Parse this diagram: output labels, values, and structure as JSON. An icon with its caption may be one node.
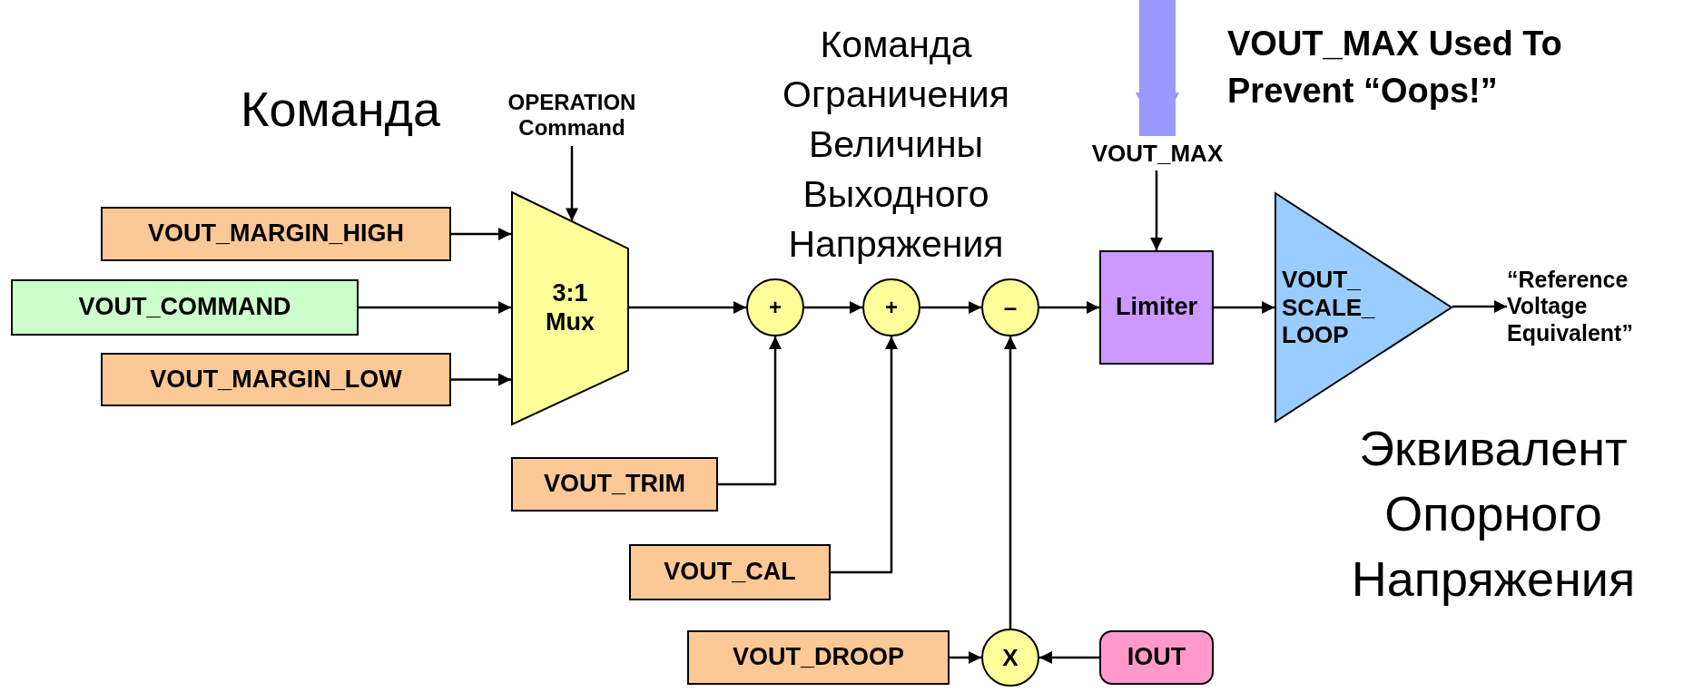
{
  "diagram": {
    "nodes": [
      {
        "text": [
          "OPERATION Command"
        ]
      },
      {
        "text": [
          "VOUT_MARGIN_HIGH"
        ]
      },
      {
        "text": [
          "VOUT_COMMAND"
        ]
      },
      {
        "text": [
          "VOUT_MARGIN_LOW"
        ]
      },
      {
        "text": [
          "3:1 Mux"
        ]
      },
      {
        "text": [
          "+"
        ]
      },
      {
        "text": [
          "+"
        ]
      },
      {
        "text": [
          "–"
        ]
      },
      {
        "text": [
          "VOUT_MAX"
        ]
      },
      {
        "text": [
          "Limiter"
        ]
      },
      {
        "text": [
          "VOUT_ SCALE_ LOOP"
        ]
      },
      {
        "text": [
          "“Reference Voltage Equivalent”"
        ]
      },
      {
        "text": [
          "VOUT_TRIM"
        ]
      },
      {
        "text": [
          "VOUT_CAL"
        ]
      },
      {
        "text": [
          "VOUT_DROOP"
        ]
      },
      {
        "text": [
          "X"
        ]
      },
      {
        "text": [
          "IOUT"
        ]
      }
    ],
    "edges": [
      {
        "from": 0,
        "to": 4,
        "arrow": "to"
      },
      {
        "from": 1,
        "to": 4,
        "arrow": "to"
      },
      {
        "from": 2,
        "to": 4,
        "arrow": "to"
      },
      {
        "from": 3,
        "to": 4,
        "arrow": "to"
      },
      {
        "from": 4,
        "to": 5,
        "arrow": "to"
      },
      {
        "from": 5,
        "to": 6,
        "arrow": "to"
      },
      {
        "from": 6,
        "to": 7,
        "arrow": "to"
      },
      {
        "from": 7,
        "to": 9,
        "arrow": "to"
      },
      {
        "from": 8,
        "to": 9,
        "arrow": "to"
      },
      {
        "from": 9,
        "to": 10,
        "arrow": "to"
      },
      {
        "from": 10,
        "to": 11,
        "arrow": "to"
      },
      {
        "from": 12,
        "to": 5,
        "arrow": "to"
      },
      {
        "from": 13,
        "to": 6,
        "arrow": "to"
      },
      {
        "from": 14,
        "to": 15,
        "arrow": "to"
      },
      {
        "from": 16,
        "to": 15,
        "arrow": "to"
      },
      {
        "from": 15,
        "to": 7,
        "arrow": "to"
      },
      {
        "from": null,
        "to": 8,
        "arrow": "to",
        "style": "thick",
        "color": "#9999ff"
      }
    ],
    "labels": [
      "Команда",
      "Команда Ограничения Величины Выходного Напряжения",
      "VOUT_MAX Used To Prevent “Oops!”",
      "Эквивалент Опорного Напряжения"
    ]
  }
}
